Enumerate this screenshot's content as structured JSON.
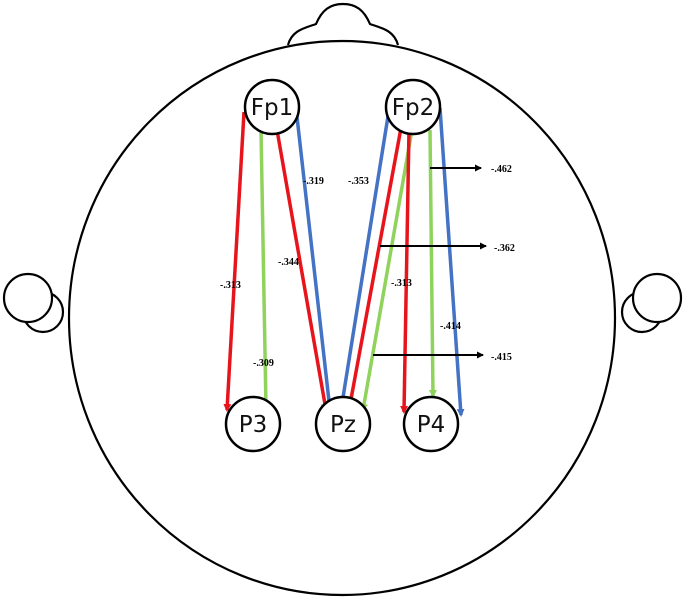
{
  "nodes": {
    "fp1": "Fp1",
    "fp2": "Fp2",
    "p3": "P3",
    "pz": "Pz",
    "p4": "P4"
  },
  "colors": {
    "red": "#e8141c",
    "green": "#8fd35c",
    "blue": "#4472c4",
    "black": "#000000"
  },
  "connections": [
    {
      "from": "Fp1",
      "to": "P3",
      "color": "red",
      "weight": "-.313"
    },
    {
      "from": "Fp1",
      "to": "P3",
      "color": "green",
      "weight": "-.309"
    },
    {
      "from": "Fp1",
      "to": "Pz",
      "color": "red",
      "weight": "-.344"
    },
    {
      "from": "Fp1",
      "to": "Pz",
      "color": "blue",
      "weight": "-.319"
    },
    {
      "from": "Fp2",
      "to": "Pz",
      "color": "blue",
      "weight": "-.353"
    },
    {
      "from": "Fp2",
      "to": "Pz",
      "color": "red",
      "weight": "-.362"
    },
    {
      "from": "Fp2",
      "to": "Pz",
      "color": "green",
      "weight": "-.415"
    },
    {
      "from": "Fp2",
      "to": "P4",
      "color": "red",
      "weight": "-.313"
    },
    {
      "from": "Fp2",
      "to": "P4",
      "color": "green",
      "weight": "-.462"
    },
    {
      "from": "Fp2",
      "to": "P4",
      "color": "blue",
      "weight": "-.414"
    }
  ]
}
